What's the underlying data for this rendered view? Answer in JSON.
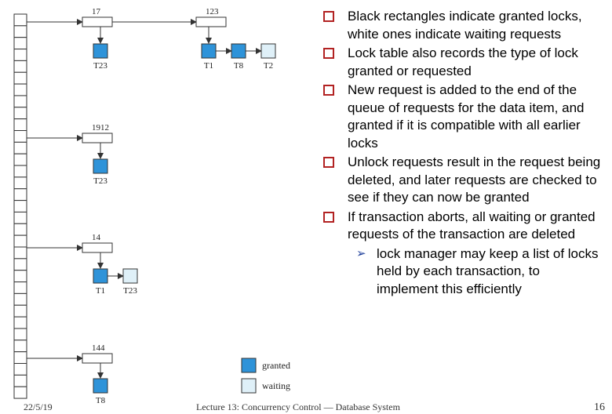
{
  "diagram": {
    "entries": [
      {
        "item": "17",
        "requests": [
          {
            "txn": "T23",
            "status": "granted"
          }
        ]
      },
      {
        "item": "123",
        "requests": [
          {
            "txn": "T1",
            "status": "granted"
          },
          {
            "txn": "T8",
            "status": "granted"
          },
          {
            "txn": "T2",
            "status": "waiting"
          }
        ]
      },
      {
        "item": "1912",
        "requests": [
          {
            "txn": "T23",
            "status": "granted"
          }
        ]
      },
      {
        "item": "14",
        "requests": [
          {
            "txn": "T1",
            "status": "granted"
          },
          {
            "txn": "T23",
            "status": "waiting"
          }
        ]
      },
      {
        "item": "144",
        "requests": [
          {
            "txn": "T8",
            "status": "granted"
          }
        ]
      }
    ],
    "legend": {
      "granted": "granted",
      "waiting": "waiting"
    },
    "colors": {
      "granted": "#2e93d9",
      "waiting": "#dff0f8",
      "outline": "#333333"
    }
  },
  "bullets": [
    "Black rectangles indicate granted locks, white ones indicate waiting requests",
    "Lock table also records the type of lock granted or requested",
    "New request is added to the end of the queue of requests for the data item, and granted if it is compatible with all earlier locks",
    "Unlock requests result in the request being deleted, and later requests are checked to see if they can now be granted",
    "If transaction aborts, all waiting or granted requests of the transaction are deleted"
  ],
  "sub_bullet": "lock manager may keep a list of locks held by each transaction, to implement this efficiently",
  "footer": {
    "date": "22/5/19",
    "title": "Lecture 13: Concurrency Control — Database System",
    "page": "16"
  }
}
